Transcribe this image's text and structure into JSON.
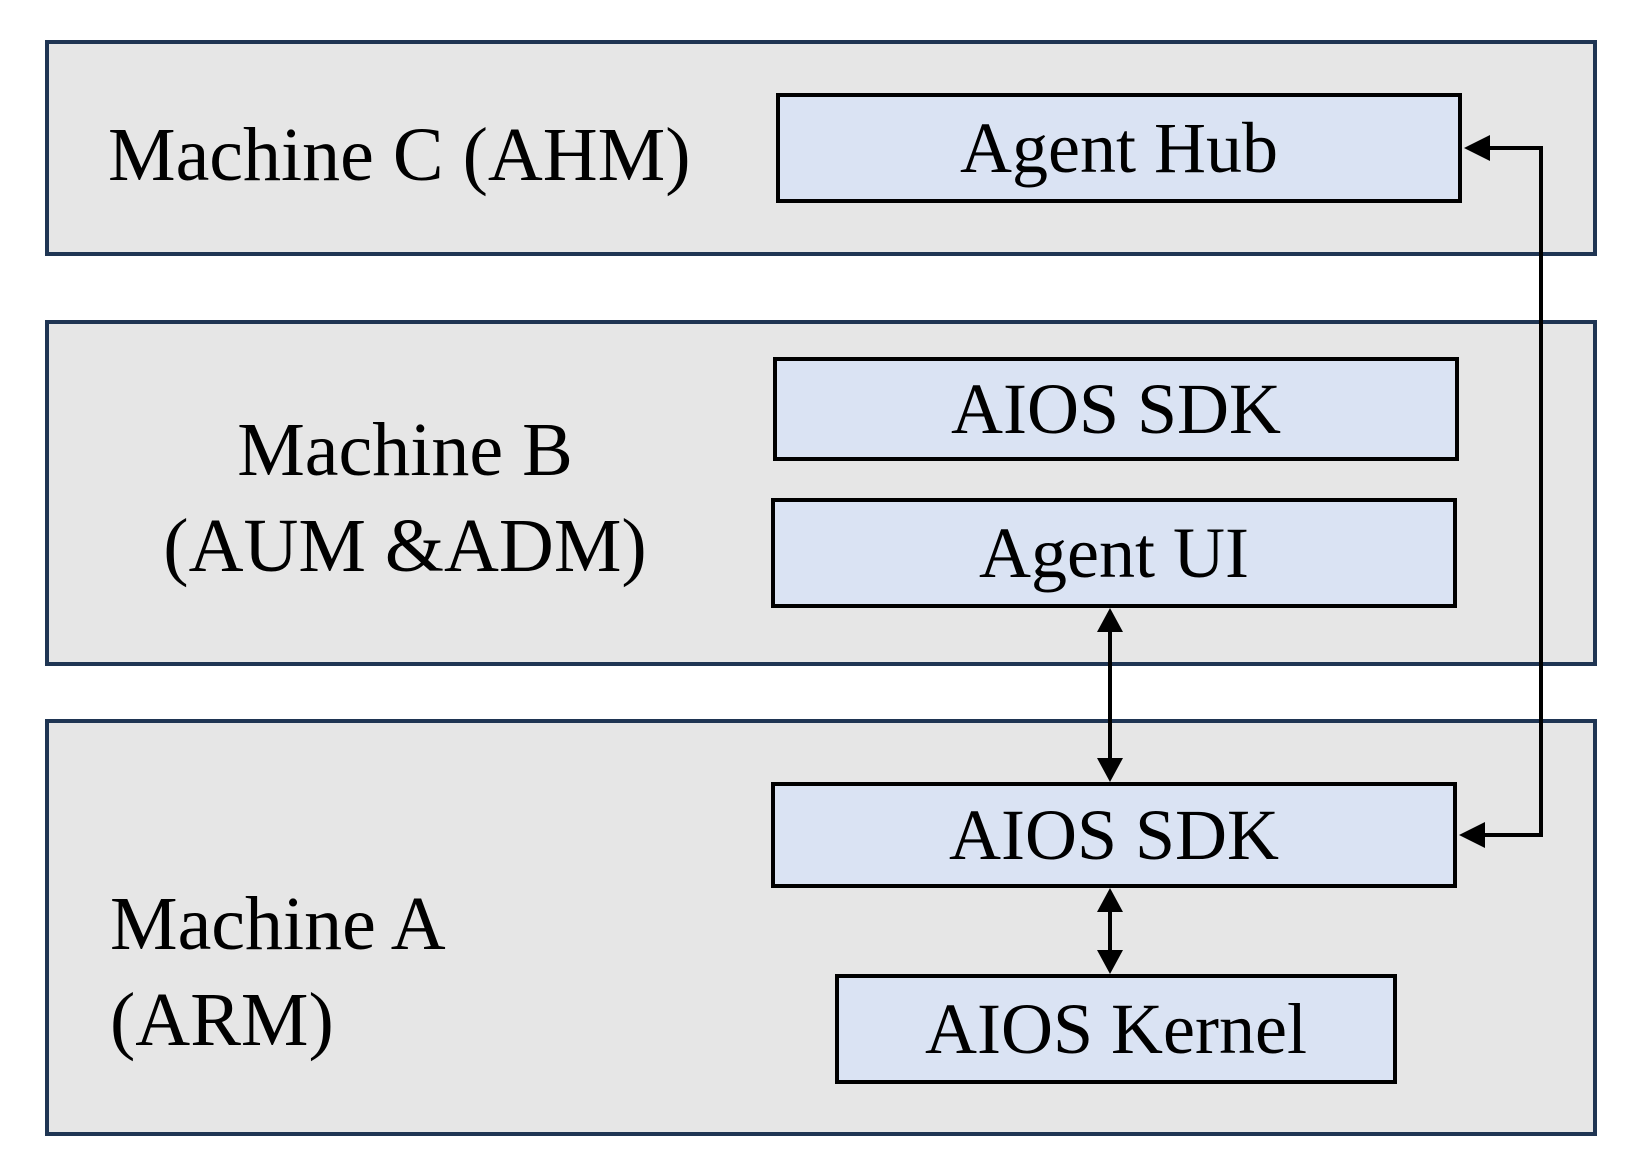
{
  "machines": {
    "c": {
      "label_line1": "Machine C (AHM)"
    },
    "b": {
      "label_line1": "Machine B",
      "label_line2": "(AUM &ADM)"
    },
    "a": {
      "label_line1": "Machine A",
      "label_line2": "(ARM)"
    }
  },
  "components": {
    "agent_hub": "Agent Hub",
    "sdk_b": "AIOS SDK",
    "agent_ui": "Agent UI",
    "sdk_a": "AIOS SDK",
    "kernel": "AIOS Kernel"
  },
  "colors": {
    "machine_fill": "#e6e6e6",
    "machine_border": "#1f3553",
    "component_fill": "#dae3f3",
    "component_border": "#000000",
    "arrow": "#000000"
  },
  "connections": [
    {
      "from": "Agent UI",
      "to": "AIOS SDK (Machine A)",
      "style": "bidirectional"
    },
    {
      "from": "AIOS SDK (Machine A)",
      "to": "AIOS Kernel",
      "style": "bidirectional"
    },
    {
      "from": "AIOS SDK (Machine A)",
      "to": "Agent Hub",
      "style": "bidirectional"
    }
  ]
}
